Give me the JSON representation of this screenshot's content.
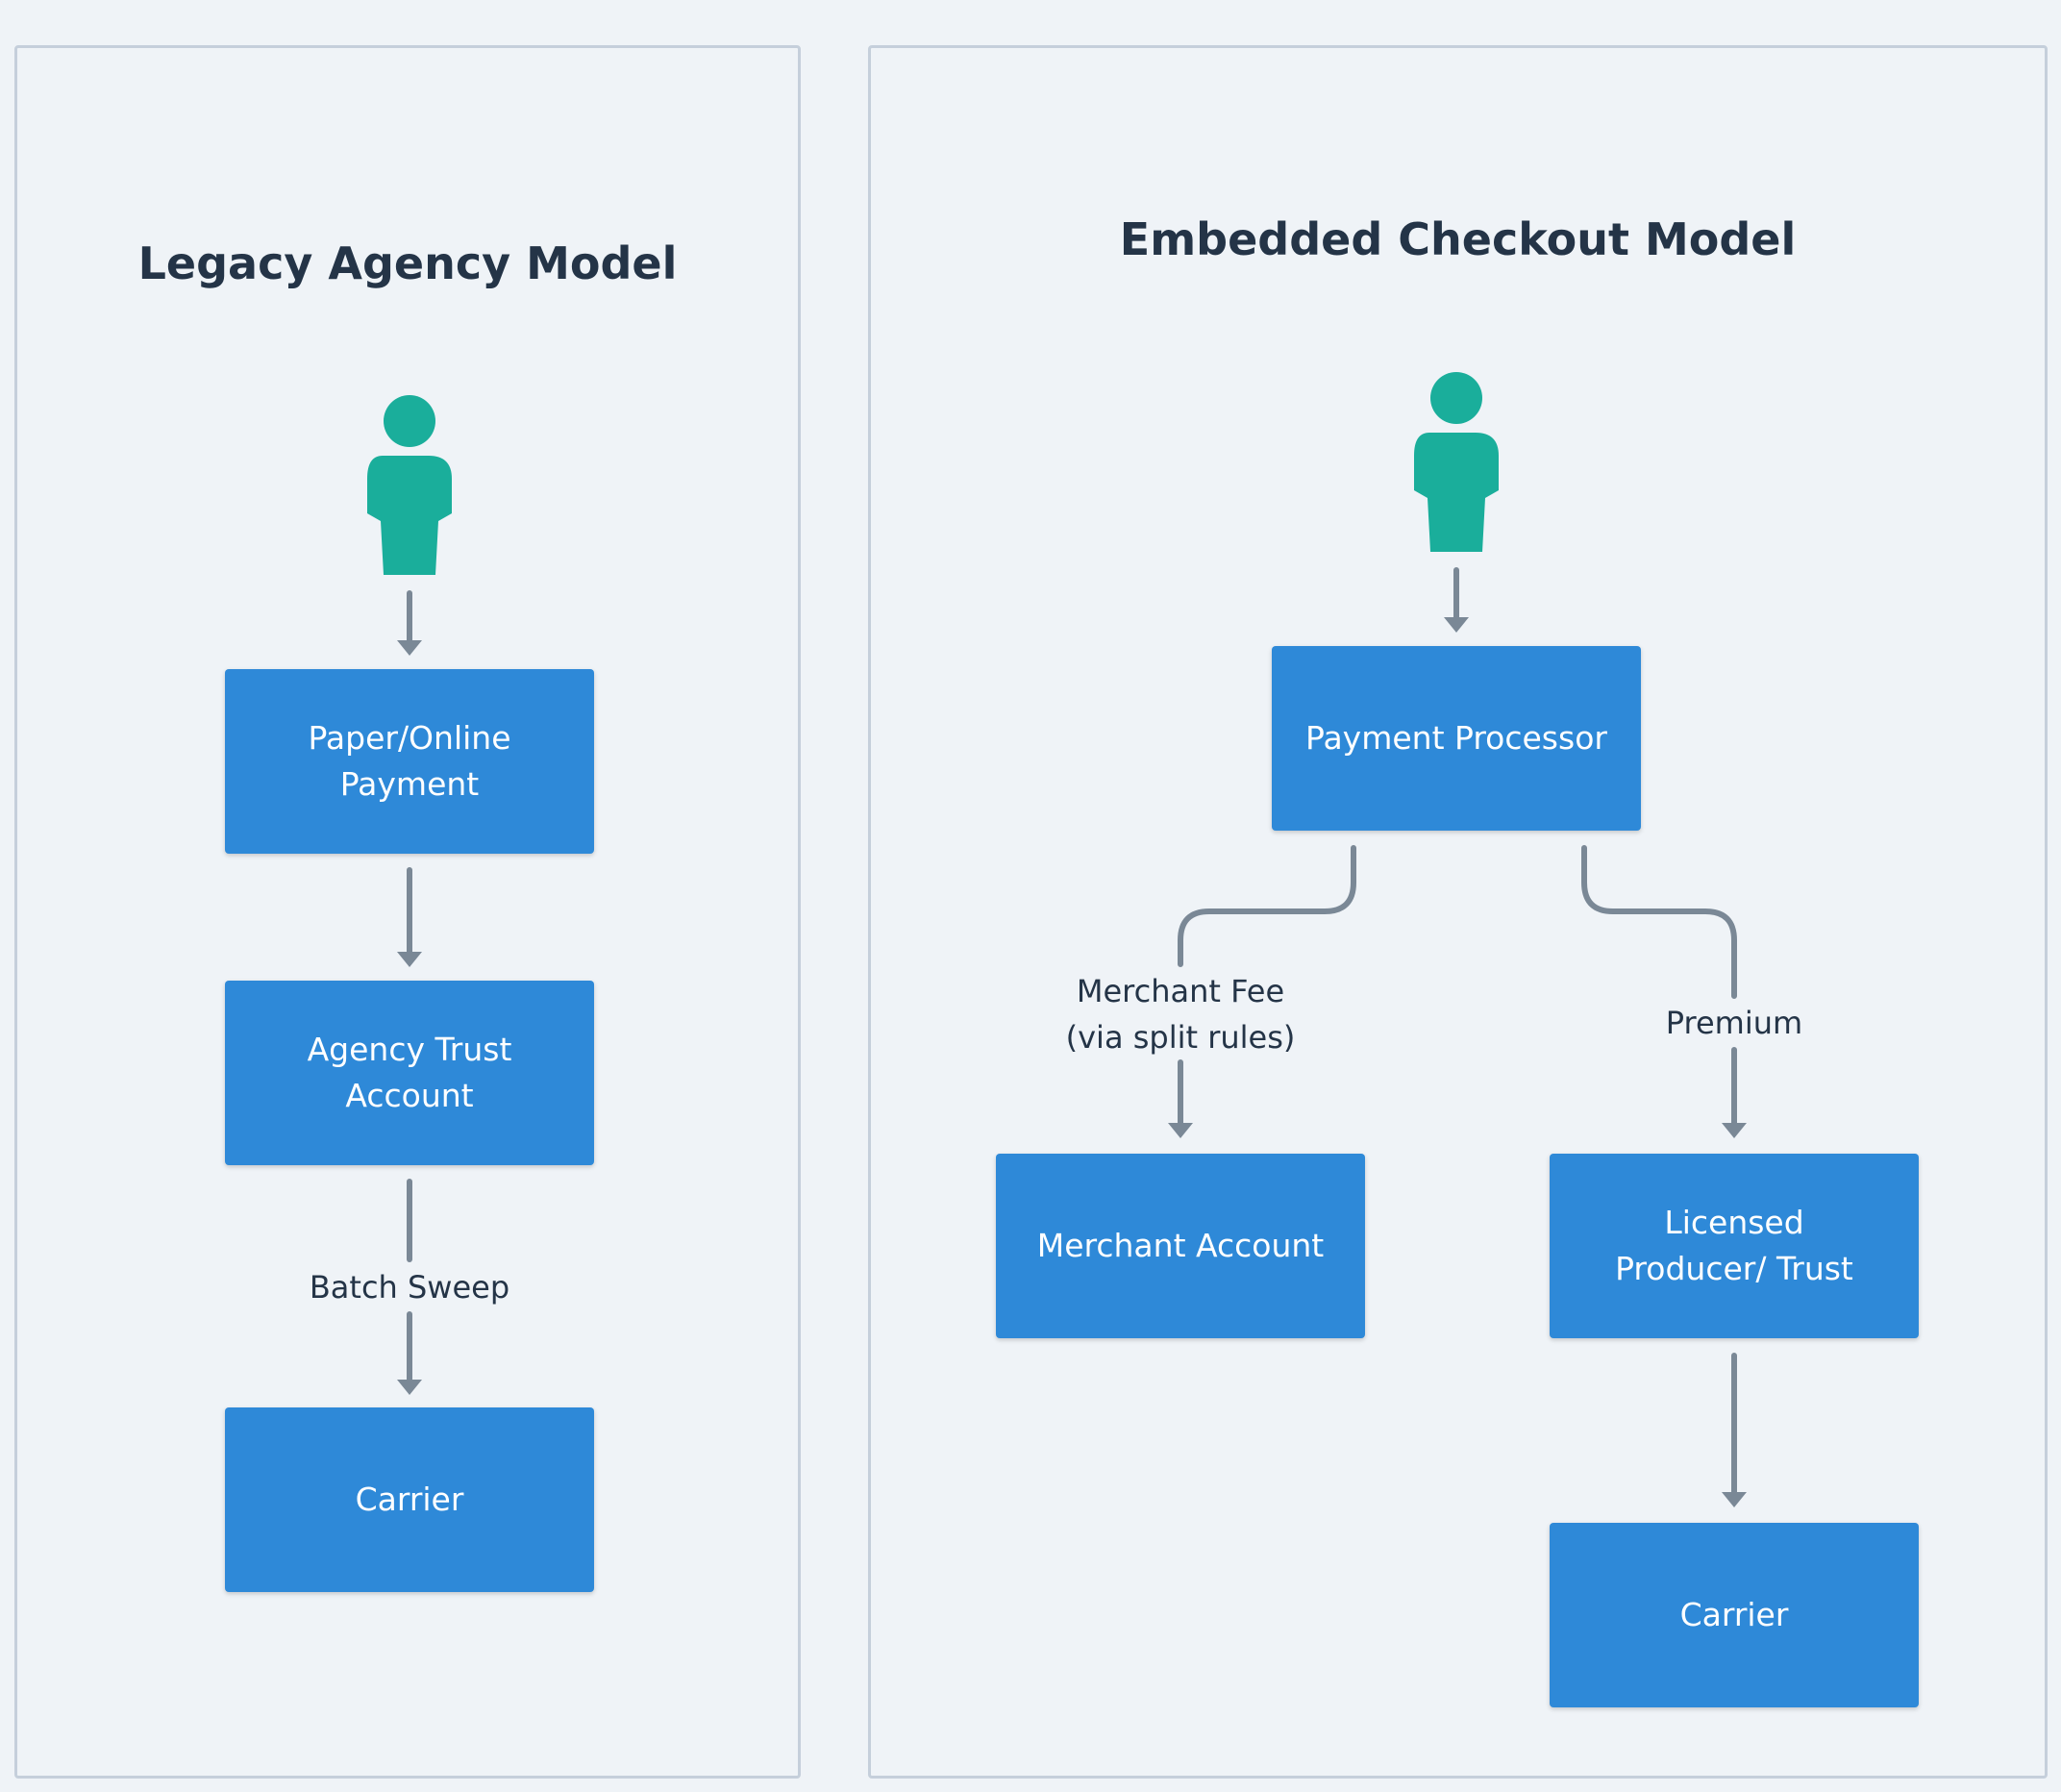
{
  "legacy": {
    "title": "Legacy Agency Model",
    "nodes": {
      "payment": "Paper/Online Payment",
      "trust": "Agency Trust Account",
      "carrier": "Carrier"
    },
    "edge_labels": {
      "batch_sweep": "Batch Sweep"
    }
  },
  "embedded": {
    "title": "Embedded Checkout Model",
    "nodes": {
      "processor": "Payment Processor",
      "merchant": "Merchant Account",
      "producer": "Licensed Producer/ Trust",
      "carrier": "Carrier"
    },
    "edge_labels": {
      "merchant_fee": "Merchant Fee (via split rules)",
      "premium": "Premium"
    }
  },
  "colors": {
    "box": "#2e89d8",
    "person": "#1aae9b",
    "connector": "#7a8896",
    "text": "#243447"
  },
  "icons": {
    "customer": "person-icon"
  }
}
